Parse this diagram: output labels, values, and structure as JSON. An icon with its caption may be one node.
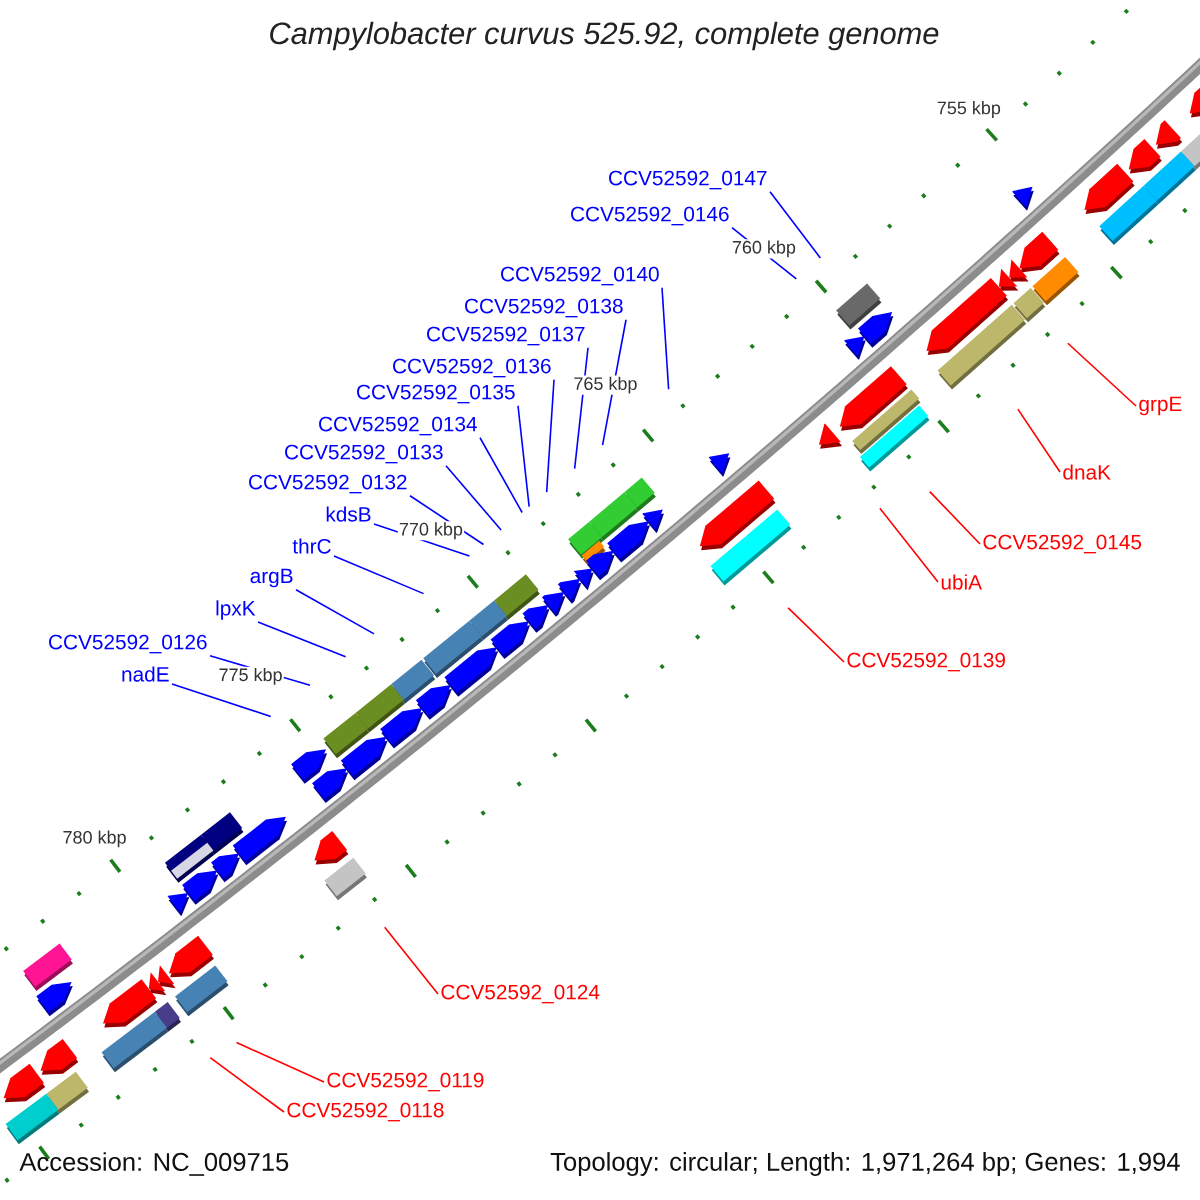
{
  "diagram": {
    "title": "Campylobacter curvus 525.92, complete genome",
    "nodes": [
      {
        "text": [
          "CCV52592_0147"
        ]
      },
      {
        "text": [
          "CCV52592_0146"
        ]
      },
      {
        "text": [
          "CCV52592_0140"
        ]
      },
      {
        "text": [
          "CCV52592_0138"
        ]
      },
      {
        "text": [
          "CCV52592_0137"
        ]
      },
      {
        "text": [
          "CCV52592_0136"
        ]
      },
      {
        "text": [
          "CCV52592_0135"
        ]
      },
      {
        "text": [
          "grpE"
        ]
      },
      {
        "text": [
          "CCV52592_0134"
        ]
      },
      {
        "text": [
          "CCV52592_0133"
        ]
      },
      {
        "text": [
          "dnaK"
        ]
      },
      {
        "text": [
          "CCV52592_0132"
        ]
      },
      {
        "text": [
          "kdsB"
        ]
      },
      {
        "text": [
          "CCV52592_0145"
        ]
      },
      {
        "text": [
          "thrC"
        ]
      },
      {
        "text": [
          "argB"
        ]
      },
      {
        "text": [
          "ubiA"
        ]
      },
      {
        "text": [
          "lpxK"
        ]
      },
      {
        "text": [
          "CCV52592_0126"
        ]
      },
      {
        "text": [
          "CCV52592_0139"
        ]
      },
      {
        "text": [
          "nadE"
        ]
      },
      {
        "text": [
          "CCV52592_0124"
        ]
      },
      {
        "text": [
          "CCV52592_0119"
        ]
      },
      {
        "text": [
          "CCV52592_0118"
        ]
      }
    ],
    "edges": [
      {
        "from": 0,
        "to": null,
        "arrow": "none"
      },
      {
        "from": 1,
        "to": null,
        "arrow": "none"
      },
      {
        "from": 2,
        "to": null,
        "arrow": "none"
      },
      {
        "from": 3,
        "to": null,
        "arrow": "none"
      },
      {
        "from": 4,
        "to": null,
        "arrow": "none"
      },
      {
        "from": 5,
        "to": null,
        "arrow": "none"
      },
      {
        "from": 6,
        "to": null,
        "arrow": "none"
      },
      {
        "from": 7,
        "to": null,
        "arrow": "none",
        "color": "#ff0000"
      },
      {
        "from": 8,
        "to": null,
        "arrow": "none"
      },
      {
        "from": 9,
        "to": null,
        "arrow": "none"
      },
      {
        "from": 10,
        "to": null,
        "arrow": "none",
        "color": "#ff0000"
      },
      {
        "from": 11,
        "to": null,
        "arrow": "none"
      },
      {
        "from": 12,
        "to": null,
        "arrow": "none"
      },
      {
        "from": 13,
        "to": null,
        "arrow": "none",
        "color": "#ff0000"
      },
      {
        "from": 14,
        "to": null,
        "arrow": "none"
      },
      {
        "from": 15,
        "to": null,
        "arrow": "none"
      },
      {
        "from": 16,
        "to": null,
        "arrow": "none",
        "color": "#ff0000"
      },
      {
        "from": 17,
        "to": null,
        "arrow": "none"
      },
      {
        "from": 18,
        "to": null,
        "arrow": "none"
      },
      {
        "from": 19,
        "to": null,
        "arrow": "none",
        "color": "#ff0000"
      },
      {
        "from": 20,
        "to": null,
        "arrow": "none"
      },
      {
        "from": 21,
        "to": null,
        "arrow": "none",
        "color": "#ff0000"
      },
      {
        "from": 22,
        "to": null,
        "arrow": "none",
        "color": "#ff0000"
      },
      {
        "from": 23,
        "to": null,
        "arrow": "none",
        "color": "#ff0000"
      }
    ],
    "labels": [
      "755 kbp",
      "760 kbp",
      "765 kbp",
      "770 kbp",
      "775 kbp",
      "780 kbp",
      "Accession: NC_009715",
      "Topology: circular; Length: 1,971,264 bp; Genes: 1,994"
    ]
  }
}
